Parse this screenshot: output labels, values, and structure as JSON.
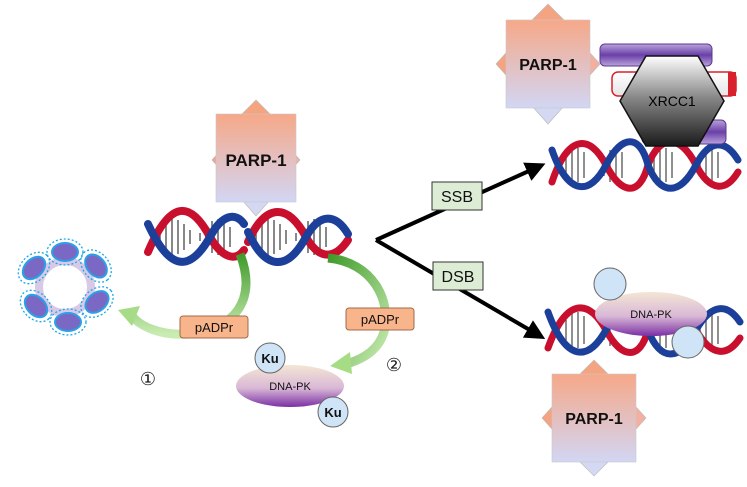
{
  "labels": {
    "parp_center": "PARP-1",
    "parp_top_right": "PARP-1",
    "parp_bottom_right": "PARP-1",
    "xrcc1": "XRCC1",
    "ssb": "SSB",
    "dsb": "DSB",
    "padpr_left": "pADPr",
    "padpr_right": "pADPr",
    "ku_top": "Ku",
    "ku_bottom": "Ku",
    "dnapk_left": "DNA-PK",
    "dnapk_right": "DNA-PK",
    "step1": "①",
    "step2": "②"
  },
  "colors": {
    "parp_top": "#f6a888",
    "parp_bottom": "#d2d6f4",
    "strand_red": "#c8102e",
    "strand_blue": "#1c3f9a",
    "padpr_fill": "#f8b48a",
    "box_green": "#ddecd4",
    "arrow_green": "#6cbf3c",
    "ku_fill": "#cfe4f6",
    "dnapk_top": "#f2dcc6",
    "dnapk_bottom": "#7b2fa4",
    "xrcc1_fill": "#2a2a2a",
    "bar_purple": "#6a3fa8",
    "bar_red": "#d8212c"
  }
}
